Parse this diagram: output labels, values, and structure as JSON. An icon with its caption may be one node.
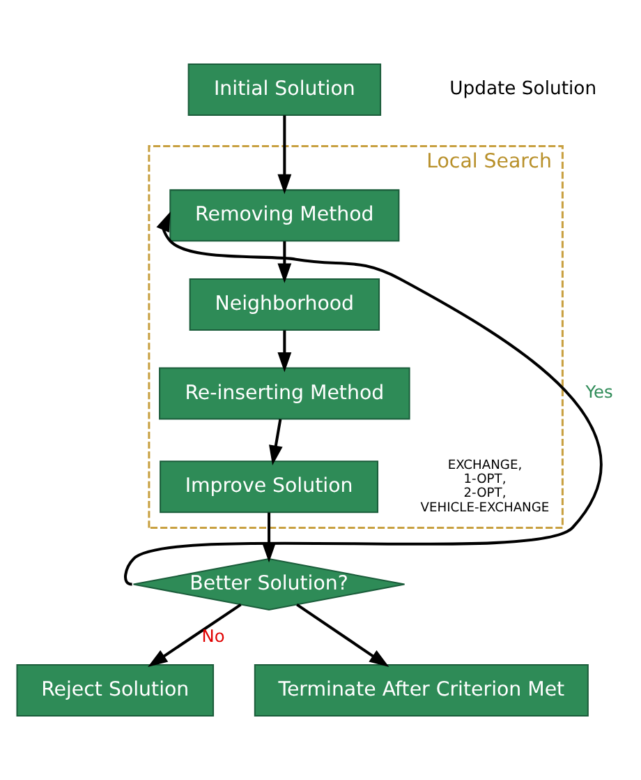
{
  "diagram": {
    "nodes": [
      {
        "text": [
          "Initial Solution"
        ]
      },
      {
        "text": [
          "Local Search"
        ]
      },
      {
        "text": [
          "Removing Method"
        ],
        "in": 1
      },
      {
        "text": [
          "Neighborhood"
        ],
        "in": 1
      },
      {
        "text": [
          "Re-inserting Method"
        ],
        "in": 1
      },
      {
        "text": [
          "Improve Solution"
        ],
        "in": 1,
        "beside": [
          "EXCHANGE, 1-OPT, 2-OPT, VEHICLE-EXCHANGE"
        ]
      },
      {
        "text": [
          "Better Solution?"
        ]
      },
      {
        "text": [
          "Reject Solution"
        ]
      },
      {
        "text": [
          "Terminate After Criterion Met"
        ]
      }
    ],
    "edges": [
      {
        "from": 0,
        "to": 2,
        "arrow": "to"
      },
      {
        "from": 2,
        "to": 3,
        "arrow": "to"
      },
      {
        "from": 3,
        "to": 4,
        "arrow": "to"
      },
      {
        "from": 4,
        "to": 5,
        "arrow": "to"
      },
      {
        "from": 5,
        "to": 6,
        "arrow": "to"
      },
      {
        "from": 6,
        "to": 7,
        "arrow": "to",
        "label": "No"
      },
      {
        "from": 6,
        "to": 8,
        "arrow": "to"
      },
      {
        "from": 6,
        "to": 2,
        "arrow": "to",
        "label": "Yes"
      }
    ],
    "labels": [
      "Update Solution"
    ]
  }
}
